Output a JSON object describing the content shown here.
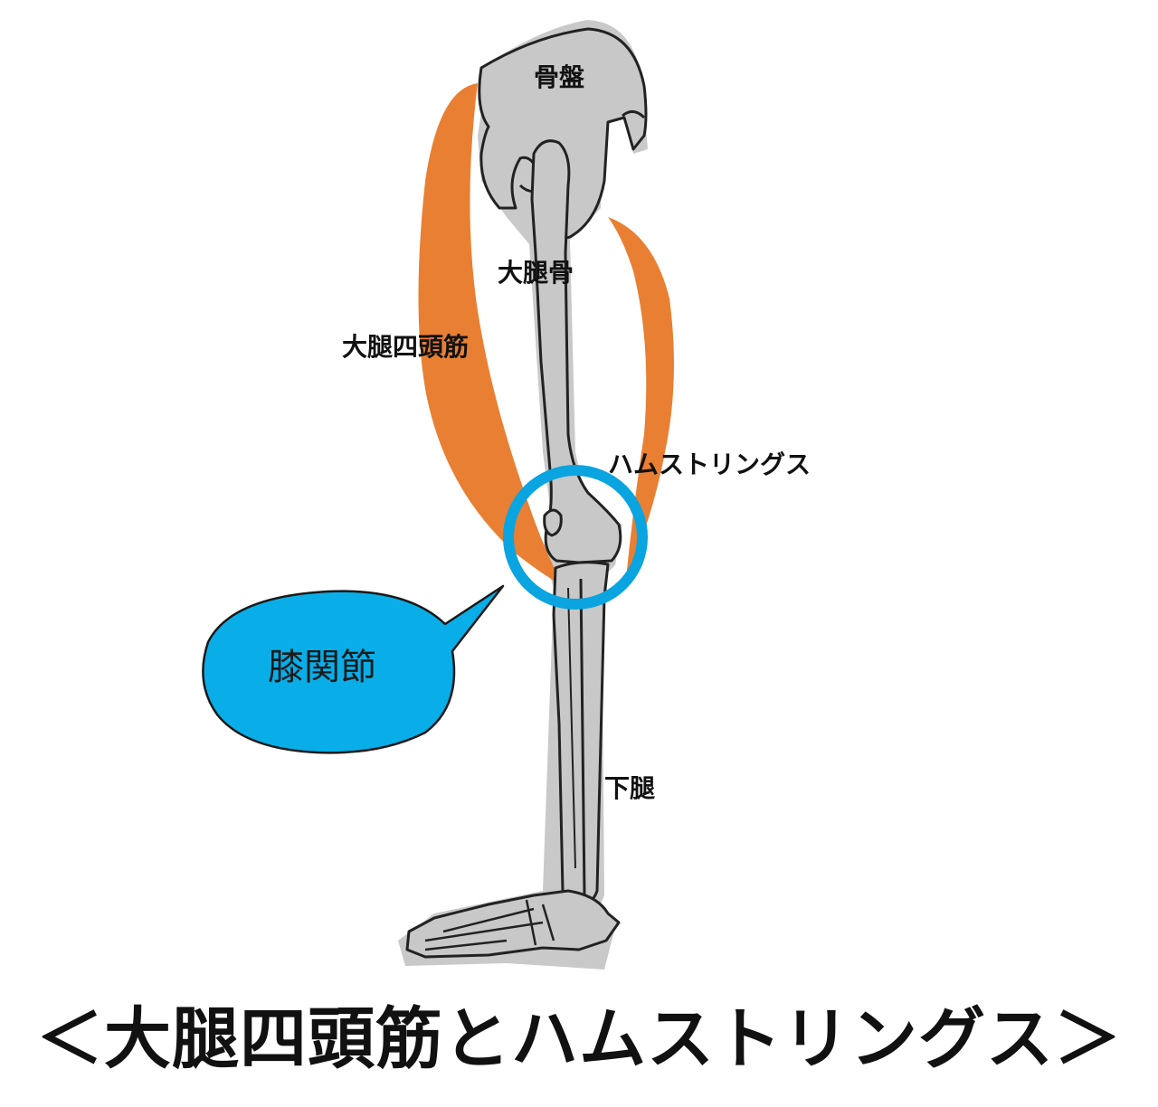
{
  "title": "＜大腿四頭筋とハムストリングス＞",
  "labels": {
    "pelvis": "骨盤",
    "femur": "大腿骨",
    "quadriceps": "大腿四頭筋",
    "hamstrings": "ハムストリングス",
    "lower_leg": "下腿"
  },
  "callout": {
    "text": "膝関節"
  },
  "colors": {
    "muscle": "#e97f32",
    "bone_fill": "#c8c8c8",
    "bone_outline": "#222222",
    "knee_ring": "#0aa4e0",
    "bubble": "#09aee8"
  }
}
